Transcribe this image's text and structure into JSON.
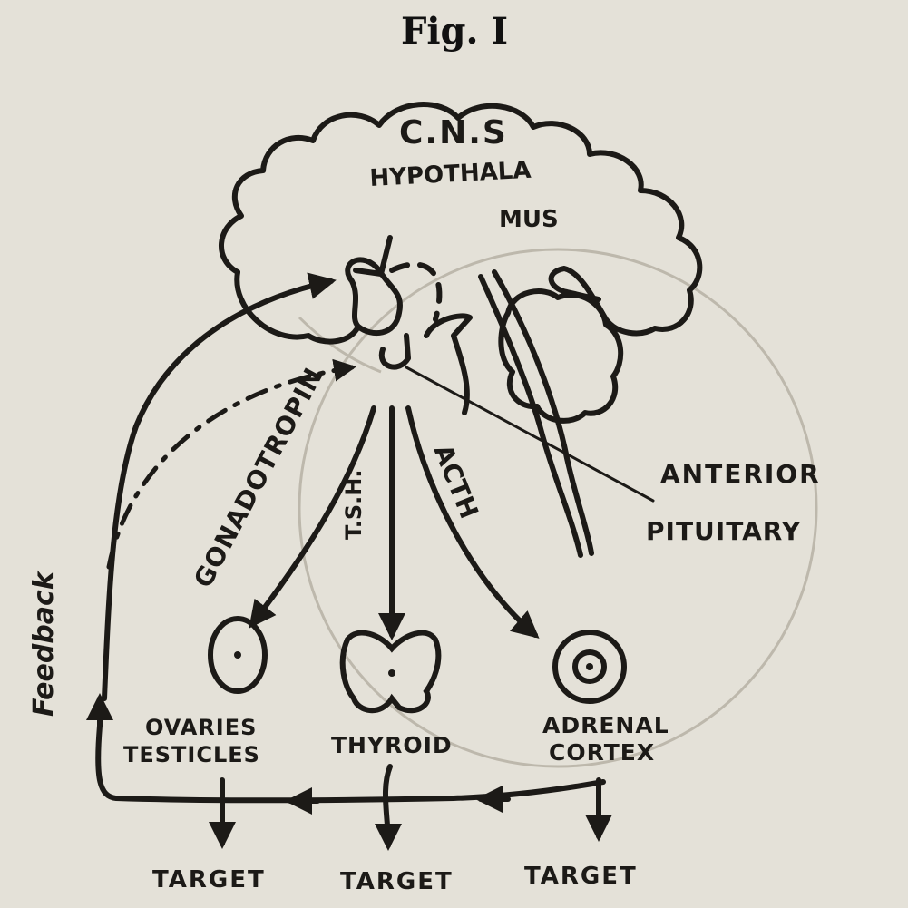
{
  "figure": {
    "title": "Fig. I"
  },
  "regions": {
    "cns": "C.N.S",
    "hypothalamus_1": "HYPOTHALA",
    "hypothalamus_2": "MUS"
  },
  "pituitary": {
    "label_1": "ANTERIOR",
    "label_2": "PITUITARY"
  },
  "hormones": {
    "gonadotropin": "GONADOTROPIN",
    "tsh": "T.S.H.",
    "acth": "ACTH"
  },
  "glands": {
    "gonads_1": "OVARIES",
    "gonads_2": "TESTICLES",
    "thyroid": "THYROID",
    "adrenal_1": "ADRENAL",
    "adrenal_2": "CORTEX"
  },
  "targets": [
    "TARGET",
    "TARGET",
    "TARGET"
  ],
  "feedback": "Feedback",
  "colors": {
    "ink": "#1c1a17",
    "paper": "#e4e1d8",
    "bleed": "#bdb8ac"
  }
}
